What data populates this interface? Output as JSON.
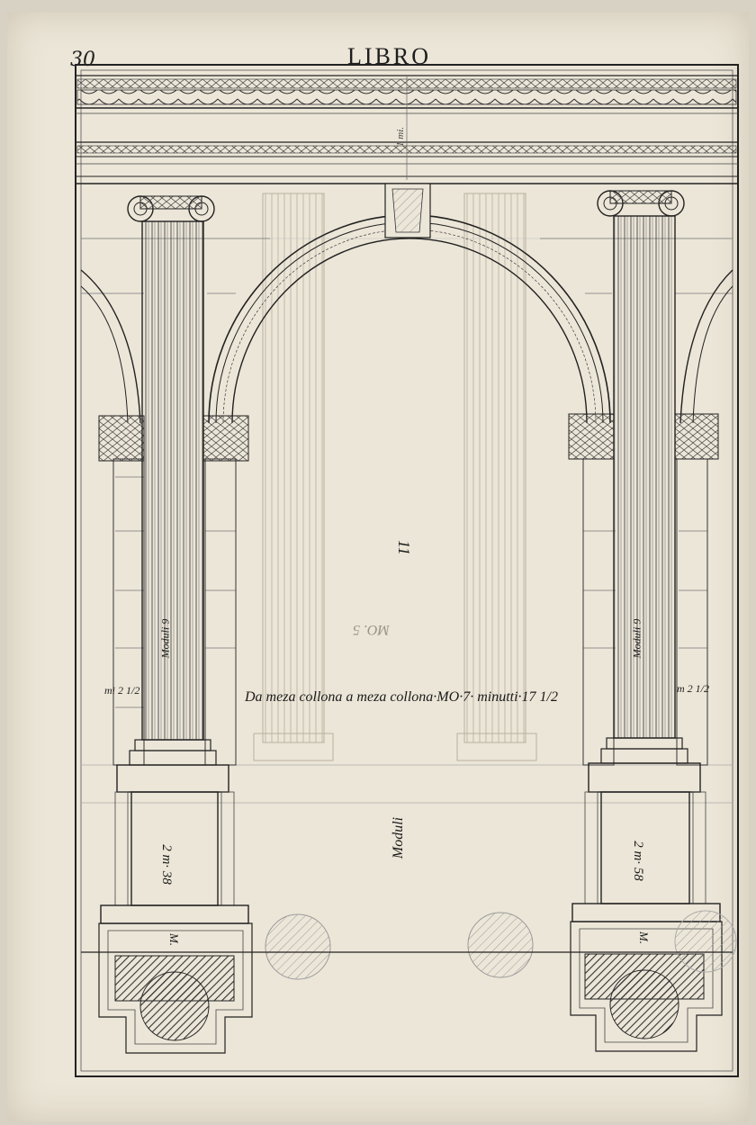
{
  "header": {
    "page_number": "30",
    "title": "LIBRO"
  },
  "plate": {
    "caption": "Da meza collona a meza collona·MO·7· minutti·17 1/2",
    "center_number": "11",
    "center_faint": "MO. 5",
    "pedestal_left": "2 m· 38",
    "pedestal_right": "2 m· 58",
    "moduli_center": "Moduli",
    "shaft_left": "Moduli 9",
    "shaft_right": "Moduli 9",
    "base_left": "M.",
    "base_right": "M.",
    "side_left": "mi 2 1/2",
    "side_right": "m 2 1/2",
    "entablature_mark": "1 mi."
  }
}
